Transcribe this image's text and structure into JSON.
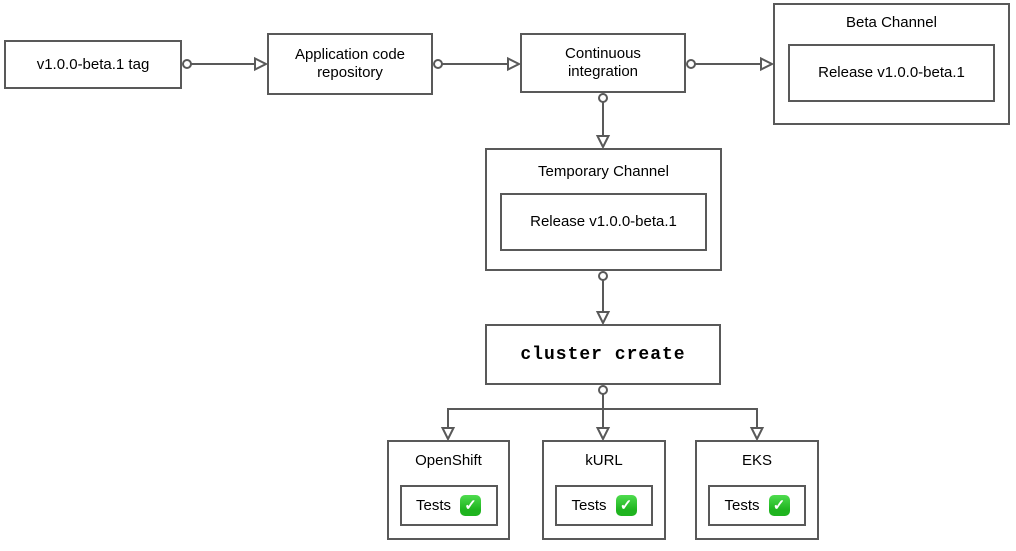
{
  "colors": {
    "stroke": "#595959",
    "text": "#000000",
    "background": "#ffffff",
    "check-green": "#1fb41f",
    "check-green-light": "#4fdc4f"
  },
  "diagram": {
    "nodes": {
      "tag": {
        "label": "v1.0.0-beta.1 tag"
      },
      "app_repo": {
        "label": "Application code repository"
      },
      "ci": {
        "label": "Continuous integration"
      },
      "beta_channel": {
        "title": "Beta Channel",
        "release_label": "Release v1.0.0-beta.1"
      },
      "temp_channel": {
        "title": "Temporary Channel",
        "release_label": "Release v1.0.0-beta.1"
      },
      "cluster_create": {
        "label": "cluster create"
      },
      "clusters": [
        {
          "title": "OpenShift",
          "tests_label": "Tests",
          "status_icon": "check-mark-button",
          "status_glyph": "✓"
        },
        {
          "title": "kURL",
          "tests_label": "Tests",
          "status_icon": "check-mark-button",
          "status_glyph": "✓"
        },
        {
          "title": "EKS",
          "tests_label": "Tests",
          "status_icon": "check-mark-button",
          "status_glyph": "✓"
        }
      ]
    }
  }
}
